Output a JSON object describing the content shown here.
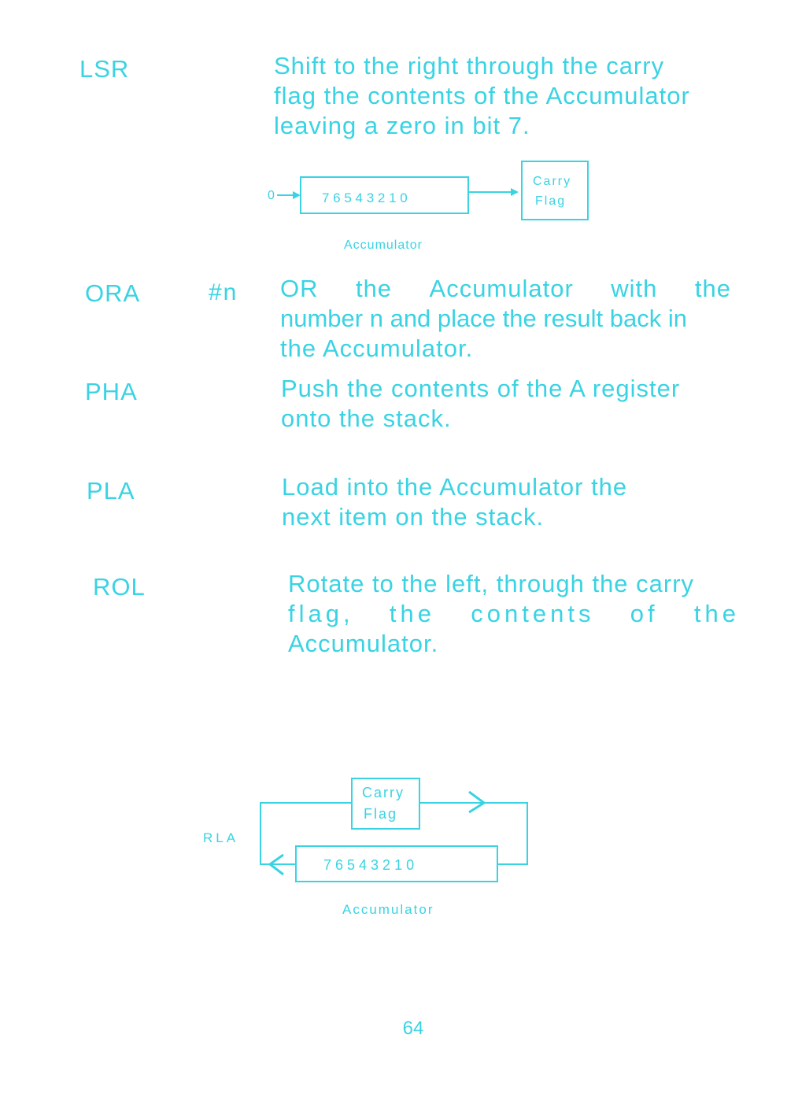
{
  "instructions": [
    {
      "mnemonic": "LSR",
      "operand": "",
      "lines": [
        "Shift to the right through the carry",
        "flag the contents of the Accumulator",
        "leaving a zero in bit 7."
      ]
    },
    {
      "mnemonic": "ORA",
      "operand": "#n",
      "lines": [
        "OR the Accumulator with the",
        "number n and place the result back in",
        "the Accumulator."
      ]
    },
    {
      "mnemonic": "PHA",
      "operand": "",
      "lines": [
        "Push the contents of the A register",
        "onto the stack."
      ]
    },
    {
      "mnemonic": "PLA",
      "operand": "",
      "lines": [
        "Load into the Accumulator the",
        "next item on the stack."
      ]
    },
    {
      "mnemonic": "ROL",
      "operand": "",
      "lines": [
        "Rotate to the left, through the carry",
        "flag, the contents of the",
        "Accumulator."
      ]
    }
  ],
  "lsr_diagram": {
    "input_label": "0",
    "register_bits": "7 6 5 4 3 2 1 0",
    "carry_line1": "Carry",
    "carry_line2": "Flag",
    "caption": "Accumulator"
  },
  "rol_diagram": {
    "side_label": "RLA",
    "register_bits": "7 6 5 4 3 2 1 0",
    "carry_line1": "Carry",
    "carry_line2": "Flag",
    "caption": "Accumulator"
  },
  "page_number": "64",
  "colors": {
    "ink": "#39d3e3",
    "paper": "#ffffff"
  }
}
